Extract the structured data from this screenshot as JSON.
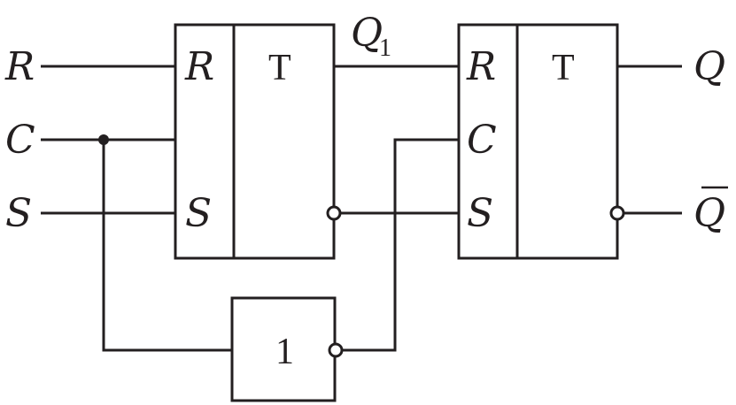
{
  "inputs": {
    "r": "R",
    "c": "C",
    "s": "S"
  },
  "outputs": {
    "q": "Q",
    "q_bar": "Q"
  },
  "intermediate": {
    "q1_letter": "Q",
    "q1_index": "1"
  },
  "flip_flop_1": {
    "pin_r": "R",
    "pin_s": "S",
    "type": "T"
  },
  "flip_flop_2": {
    "pin_r": "R",
    "pin_c": "C",
    "pin_s": "S",
    "type": "T"
  },
  "inverter": {
    "label": "1"
  },
  "colors": {
    "ink": "#231f20",
    "background": "#ffffff"
  }
}
